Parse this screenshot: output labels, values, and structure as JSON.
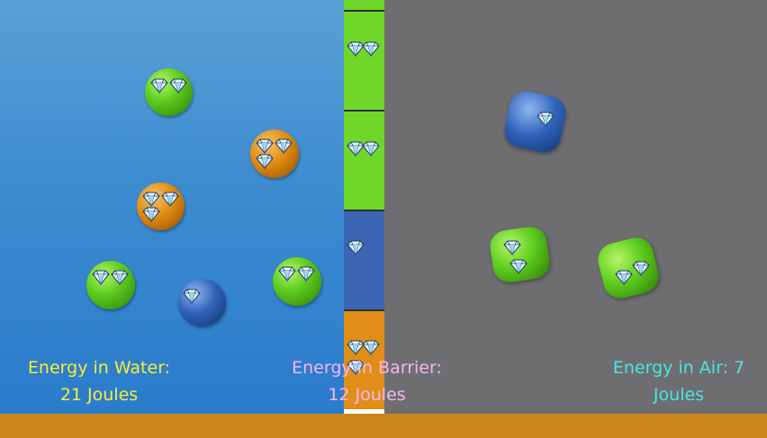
{
  "labels": {
    "water": {
      "line1": "Energy in Water:",
      "line2": "21 Joules"
    },
    "barrier": {
      "line1": "Energy in Barrier:",
      "line2": "12 Joules"
    },
    "air": {
      "line1": "Energy in Air: 7",
      "line2": "Joules"
    }
  },
  "colors": {
    "water_text": "#f7ee3a",
    "barrier_text": "#f4b6f6",
    "air_text": "#47e6e6",
    "green": "#62d11f",
    "orange": "#e08a0f",
    "blue": "#2f62b8",
    "barrier_green": "#6fd62a",
    "barrier_blue": "#3b66b4",
    "barrier_orange": "#e08e18"
  },
  "icons": {
    "energy_unit": "diamond-icon"
  },
  "barrier_segments": [
    {
      "color": "green",
      "gems": 2
    },
    {
      "color": "green",
      "gems": 2
    },
    {
      "color": "blue",
      "gems": 1
    },
    {
      "color": "orange",
      "gems": 3
    }
  ]
}
